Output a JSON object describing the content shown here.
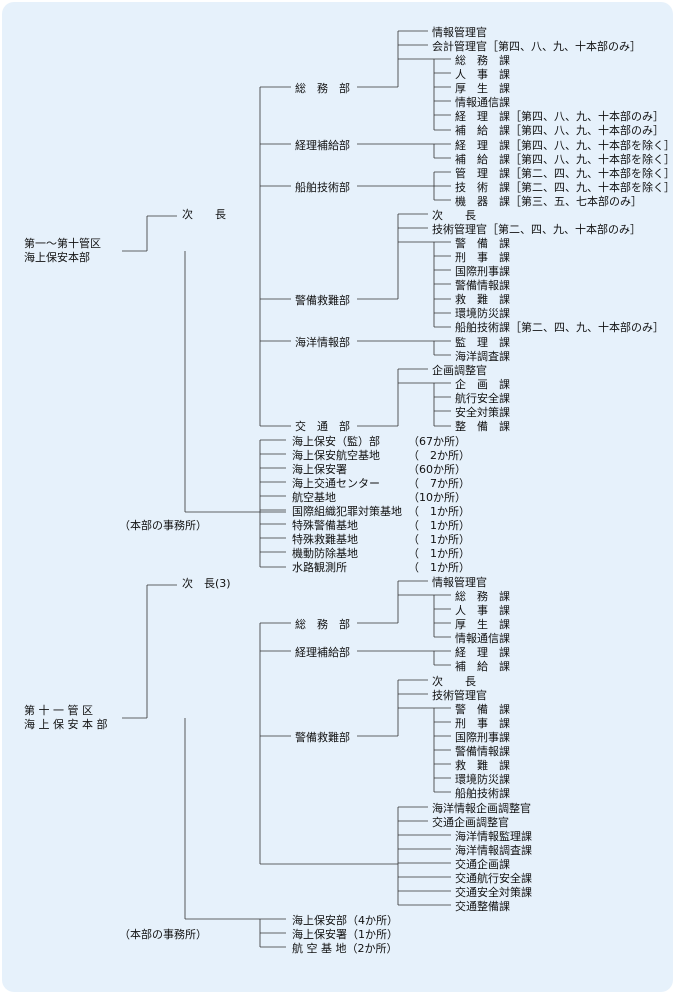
{
  "section1": {
    "root": [
      "第一～第十管区",
      "海上保安本部"
    ],
    "deputy": "次　　長",
    "bureaus": [
      {
        "name": "総　務　部",
        "items": [
          "情報管理官",
          "会計管理官［第四、八、九、十本部のみ］",
          "総　務　課",
          "人　事　課",
          "厚　生　課",
          "情報通信課",
          "経　理　課［第四、八、九、十本部のみ］",
          "補　給　課［第四、八、九、十本部のみ］"
        ]
      },
      {
        "name": "経理補給部",
        "items": [
          "経　理　課［第四、八、九、十本部を除く］",
          "補　給　課［第四、八、九、十本部を除く］"
        ]
      },
      {
        "name": "船舶技術部",
        "items": [
          "管　理　課［第二、四、九、十本部を除く］",
          "技　術　課［第二、四、九、十本部を除く］",
          "機　器　課［第三、五、七本部のみ］"
        ]
      },
      {
        "name": "警備救難部",
        "items": [
          "次　　長",
          "技術管理官［第二、四、九、十本部のみ］",
          "警　備　課",
          "刑　事　課",
          "国際刑事課",
          "警備情報課",
          "救　難　課",
          "環境防災課",
          "船舶技術課［第二、四、九、十本部のみ］"
        ]
      },
      {
        "name": "海洋情報部",
        "items": [
          "監　理　課",
          "海洋調査課"
        ]
      },
      {
        "name": "交　通　部",
        "items": [
          "企画調整官",
          "企　画　課",
          "航行安全課",
          "安全対策課",
          "整　備　課"
        ]
      }
    ],
    "offices_label": "（本部の事務所）",
    "offices": [
      {
        "name": "海上保安（監）部",
        "count": "（67か所）"
      },
      {
        "name": "海上保安航空基地",
        "count": "（　2か所）"
      },
      {
        "name": "海上保安署",
        "count": "（60か所）"
      },
      {
        "name": "海上交通センター",
        "count": "（　7か所）"
      },
      {
        "name": "航空基地",
        "count": "（10か所）"
      },
      {
        "name": "国際組織犯罪対策基地",
        "count": "（　1か所）"
      },
      {
        "name": "特殊警備基地",
        "count": "（　1か所）"
      },
      {
        "name": "特殊救難基地",
        "count": "（　1か所）"
      },
      {
        "name": "機動防除基地",
        "count": "（　1か所）"
      },
      {
        "name": "水路観測所",
        "count": "（　1か所）"
      }
    ]
  },
  "section2": {
    "root": [
      "第 十 一 管 区",
      "海 上 保 安 本 部"
    ],
    "deputy": "次　長(3)",
    "bureaus": [
      {
        "name": "総　務　部",
        "items": [
          "情報管理官",
          "総　務　課",
          "人　事　課",
          "厚　生　課",
          "情報通信課"
        ]
      },
      {
        "name": "経理補給部",
        "items": [
          "経　理　課",
          "補　給　課"
        ]
      },
      {
        "name": "警備救難部",
        "items": [
          "次　　長",
          "技術管理官",
          "警　備　課",
          "刑　事　課",
          "国際刑事課",
          "警備情報課",
          "救　難　課",
          "環境防災課",
          "船舶技術課"
        ]
      },
      {
        "name": "",
        "items": [
          "海洋情報企画調整官",
          "交通企画調整官",
          "海洋情報監理課",
          "海洋情報調査課",
          "交通企画課",
          "交通航行安全課",
          "交通安全対策課",
          "交通整備課"
        ]
      }
    ],
    "offices_label": "（本部の事務所）",
    "offices": [
      "海上保安部（4か所）",
      "海上保安署（1か所）",
      "航 空 基 地（2か所）"
    ]
  }
}
